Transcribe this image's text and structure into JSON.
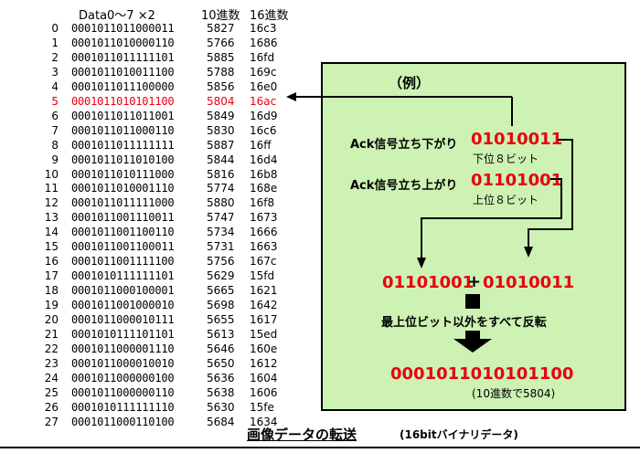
{
  "headers": {
    "data": "Data0～7 ×2",
    "dec": "10進数",
    "hex": "16進数"
  },
  "rows": [
    {
      "idx": "0",
      "bin": "0001011011000011",
      "dec": "5827",
      "hex": "16c3"
    },
    {
      "idx": "1",
      "bin": "0001011010000110",
      "dec": "5766",
      "hex": "1686"
    },
    {
      "idx": "2",
      "bin": "0001011011111101",
      "dec": "5885",
      "hex": "16fd"
    },
    {
      "idx": "3",
      "bin": "0001011010011100",
      "dec": "5788",
      "hex": "169c"
    },
    {
      "idx": "4",
      "bin": "0001011011100000",
      "dec": "5856",
      "hex": "16e0"
    },
    {
      "idx": "5",
      "bin": "0001011010101100",
      "dec": "5804",
      "hex": "16ac",
      "highlight": true
    },
    {
      "idx": "6",
      "bin": "0001011011011001",
      "dec": "5849",
      "hex": "16d9"
    },
    {
      "idx": "7",
      "bin": "0001011011000110",
      "dec": "5830",
      "hex": "16c6"
    },
    {
      "idx": "8",
      "bin": "0001011011111111",
      "dec": "5887",
      "hex": "16ff"
    },
    {
      "idx": "9",
      "bin": "0001011011010100",
      "dec": "5844",
      "hex": "16d4"
    },
    {
      "idx": "10",
      "bin": "0001011010111000",
      "dec": "5816",
      "hex": "16b8"
    },
    {
      "idx": "11",
      "bin": "0001011010001110",
      "dec": "5774",
      "hex": "168e"
    },
    {
      "idx": "12",
      "bin": "0001011011111000",
      "dec": "5880",
      "hex": "16f8"
    },
    {
      "idx": "13",
      "bin": "0001011001110011",
      "dec": "5747",
      "hex": "1673"
    },
    {
      "idx": "14",
      "bin": "0001011001100110",
      "dec": "5734",
      "hex": "1666"
    },
    {
      "idx": "15",
      "bin": "0001011001100011",
      "dec": "5731",
      "hex": "1663"
    },
    {
      "idx": "16",
      "bin": "0001011001111100",
      "dec": "5756",
      "hex": "167c"
    },
    {
      "idx": "17",
      "bin": "0001010111111101",
      "dec": "5629",
      "hex": "15fd"
    },
    {
      "idx": "18",
      "bin": "0001011000100001",
      "dec": "5665",
      "hex": "1621"
    },
    {
      "idx": "19",
      "bin": "0001011001000010",
      "dec": "5698",
      "hex": "1642"
    },
    {
      "idx": "20",
      "bin": "0001011000010111",
      "dec": "5655",
      "hex": "1617"
    },
    {
      "idx": "21",
      "bin": "0001010111101101",
      "dec": "5613",
      "hex": "15ed"
    },
    {
      "idx": "22",
      "bin": "0001011000001110",
      "dec": "5646",
      "hex": "160e"
    },
    {
      "idx": "23",
      "bin": "0001011000010010",
      "dec": "5650",
      "hex": "1612"
    },
    {
      "idx": "24",
      "bin": "0001011000000100",
      "dec": "5636",
      "hex": "1604"
    },
    {
      "idx": "25",
      "bin": "0001011000000110",
      "dec": "5638",
      "hex": "1606"
    },
    {
      "idx": "26",
      "bin": "0001010111111110",
      "dec": "5630",
      "hex": "15fe"
    },
    {
      "idx": "27",
      "bin": "0001011000110100",
      "dec": "5684",
      "hex": "1634"
    }
  ],
  "panel": {
    "example_label": "（例）",
    "ack_falling_label": "Ack信号立ち下がり",
    "ack_falling_value": "01010011",
    "lower_bits_label": "下位８ビット",
    "ack_rising_label": "Ack信号立ち上がり",
    "ack_rising_value": "01101001",
    "upper_bits_label": "上位８ビット",
    "concat_left": "01101001",
    "concat_plus": "+",
    "concat_right": "01010011",
    "invert_label": "最上位ビット以外をすべて反転",
    "result_value": "0001011010101100",
    "result_note": "(10進数で5804)"
  },
  "footer": {
    "title": "画像データの転送",
    "subtitle": "(16bitバイナリデータ)"
  },
  "colors": {
    "panel_bg": "#cdf2b4",
    "highlight": "#e8000f"
  }
}
